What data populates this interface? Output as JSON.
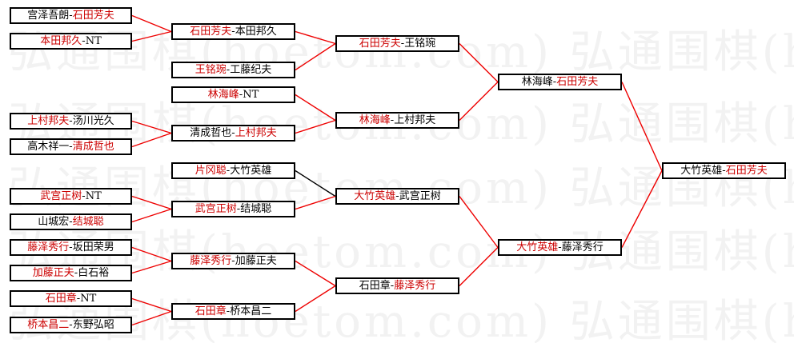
{
  "watermark": "弘通围棋(hoetom.com) 弘通围棋(hoetom.com)",
  "colors": {
    "winner": "#cc0000",
    "line_winner": "#ee0000",
    "line_other": "#000000"
  },
  "matches": [
    {
      "id": "r1m1",
      "p1": "宫泽吾朗",
      "p2": "石田芳夫",
      "winner": 2
    },
    {
      "id": "r1m2",
      "p1": "本田邦久",
      "p2": "NT",
      "winner": 1
    },
    {
      "id": "r1m3",
      "p1": "上村邦夫",
      "p2": "汤川光久",
      "winner": 1
    },
    {
      "id": "r1m4",
      "p1": "高木祥一",
      "p2": "清成哲也",
      "winner": 2
    },
    {
      "id": "r1m5",
      "p1": "武宫正树",
      "p2": "NT",
      "winner": 1
    },
    {
      "id": "r1m6",
      "p1": "山城宏",
      "p2": "结城聪",
      "winner": 2
    },
    {
      "id": "r1m7",
      "p1": "藤泽秀行",
      "p2": "坂田荣男",
      "winner": 1
    },
    {
      "id": "r1m8",
      "p1": "加藤正夫",
      "p2": "白石裕",
      "winner": 1
    },
    {
      "id": "r1m9",
      "p1": "石田章",
      "p2": "NT",
      "winner": 1
    },
    {
      "id": "r1m10",
      "p1": "桥本昌二",
      "p2": "东野弘昭",
      "winner": 1
    },
    {
      "id": "r2m1",
      "p1": "石田芳夫",
      "p2": "本田邦久",
      "winner": 1
    },
    {
      "id": "r2m2",
      "p1": "王铭琬",
      "p2": "工藤纪夫",
      "winner": 1
    },
    {
      "id": "r2m3",
      "p1": "林海峰",
      "p2": "NT",
      "winner": 1
    },
    {
      "id": "r2m4",
      "p1": "清成哲也",
      "p2": "上村邦夫",
      "winner": 2
    },
    {
      "id": "r2m5",
      "p1": "片冈聪",
      "p2": "大竹英雄",
      "winner": 1
    },
    {
      "id": "r2m6",
      "p1": "武宫正树",
      "p2": "结城聪",
      "winner": 1
    },
    {
      "id": "r2m7",
      "p1": "藤泽秀行",
      "p2": "加藤正夫",
      "winner": 1
    },
    {
      "id": "r2m8",
      "p1": "石田章",
      "p2": "桥本昌二",
      "winner": 1
    },
    {
      "id": "r3m1",
      "p1": "石田芳夫",
      "p2": "王铭琬",
      "winner": 1
    },
    {
      "id": "r3m2",
      "p1": "林海峰",
      "p2": "上村邦夫",
      "winner": 1
    },
    {
      "id": "r3m3",
      "p1": "大竹英雄",
      "p2": "武宫正树",
      "winner": 1
    },
    {
      "id": "r3m4",
      "p1": "石田章",
      "p2": "藤泽秀行",
      "winner": 2
    },
    {
      "id": "r4m1",
      "p1": "林海峰",
      "p2": "石田芳夫",
      "winner": 2
    },
    {
      "id": "r4m2",
      "p1": "大竹英雄",
      "p2": "藤泽秀行",
      "winner": 1
    },
    {
      "id": "final",
      "p1": "大竹英雄",
      "p2": "石田芳夫",
      "winner": 2
    }
  ]
}
